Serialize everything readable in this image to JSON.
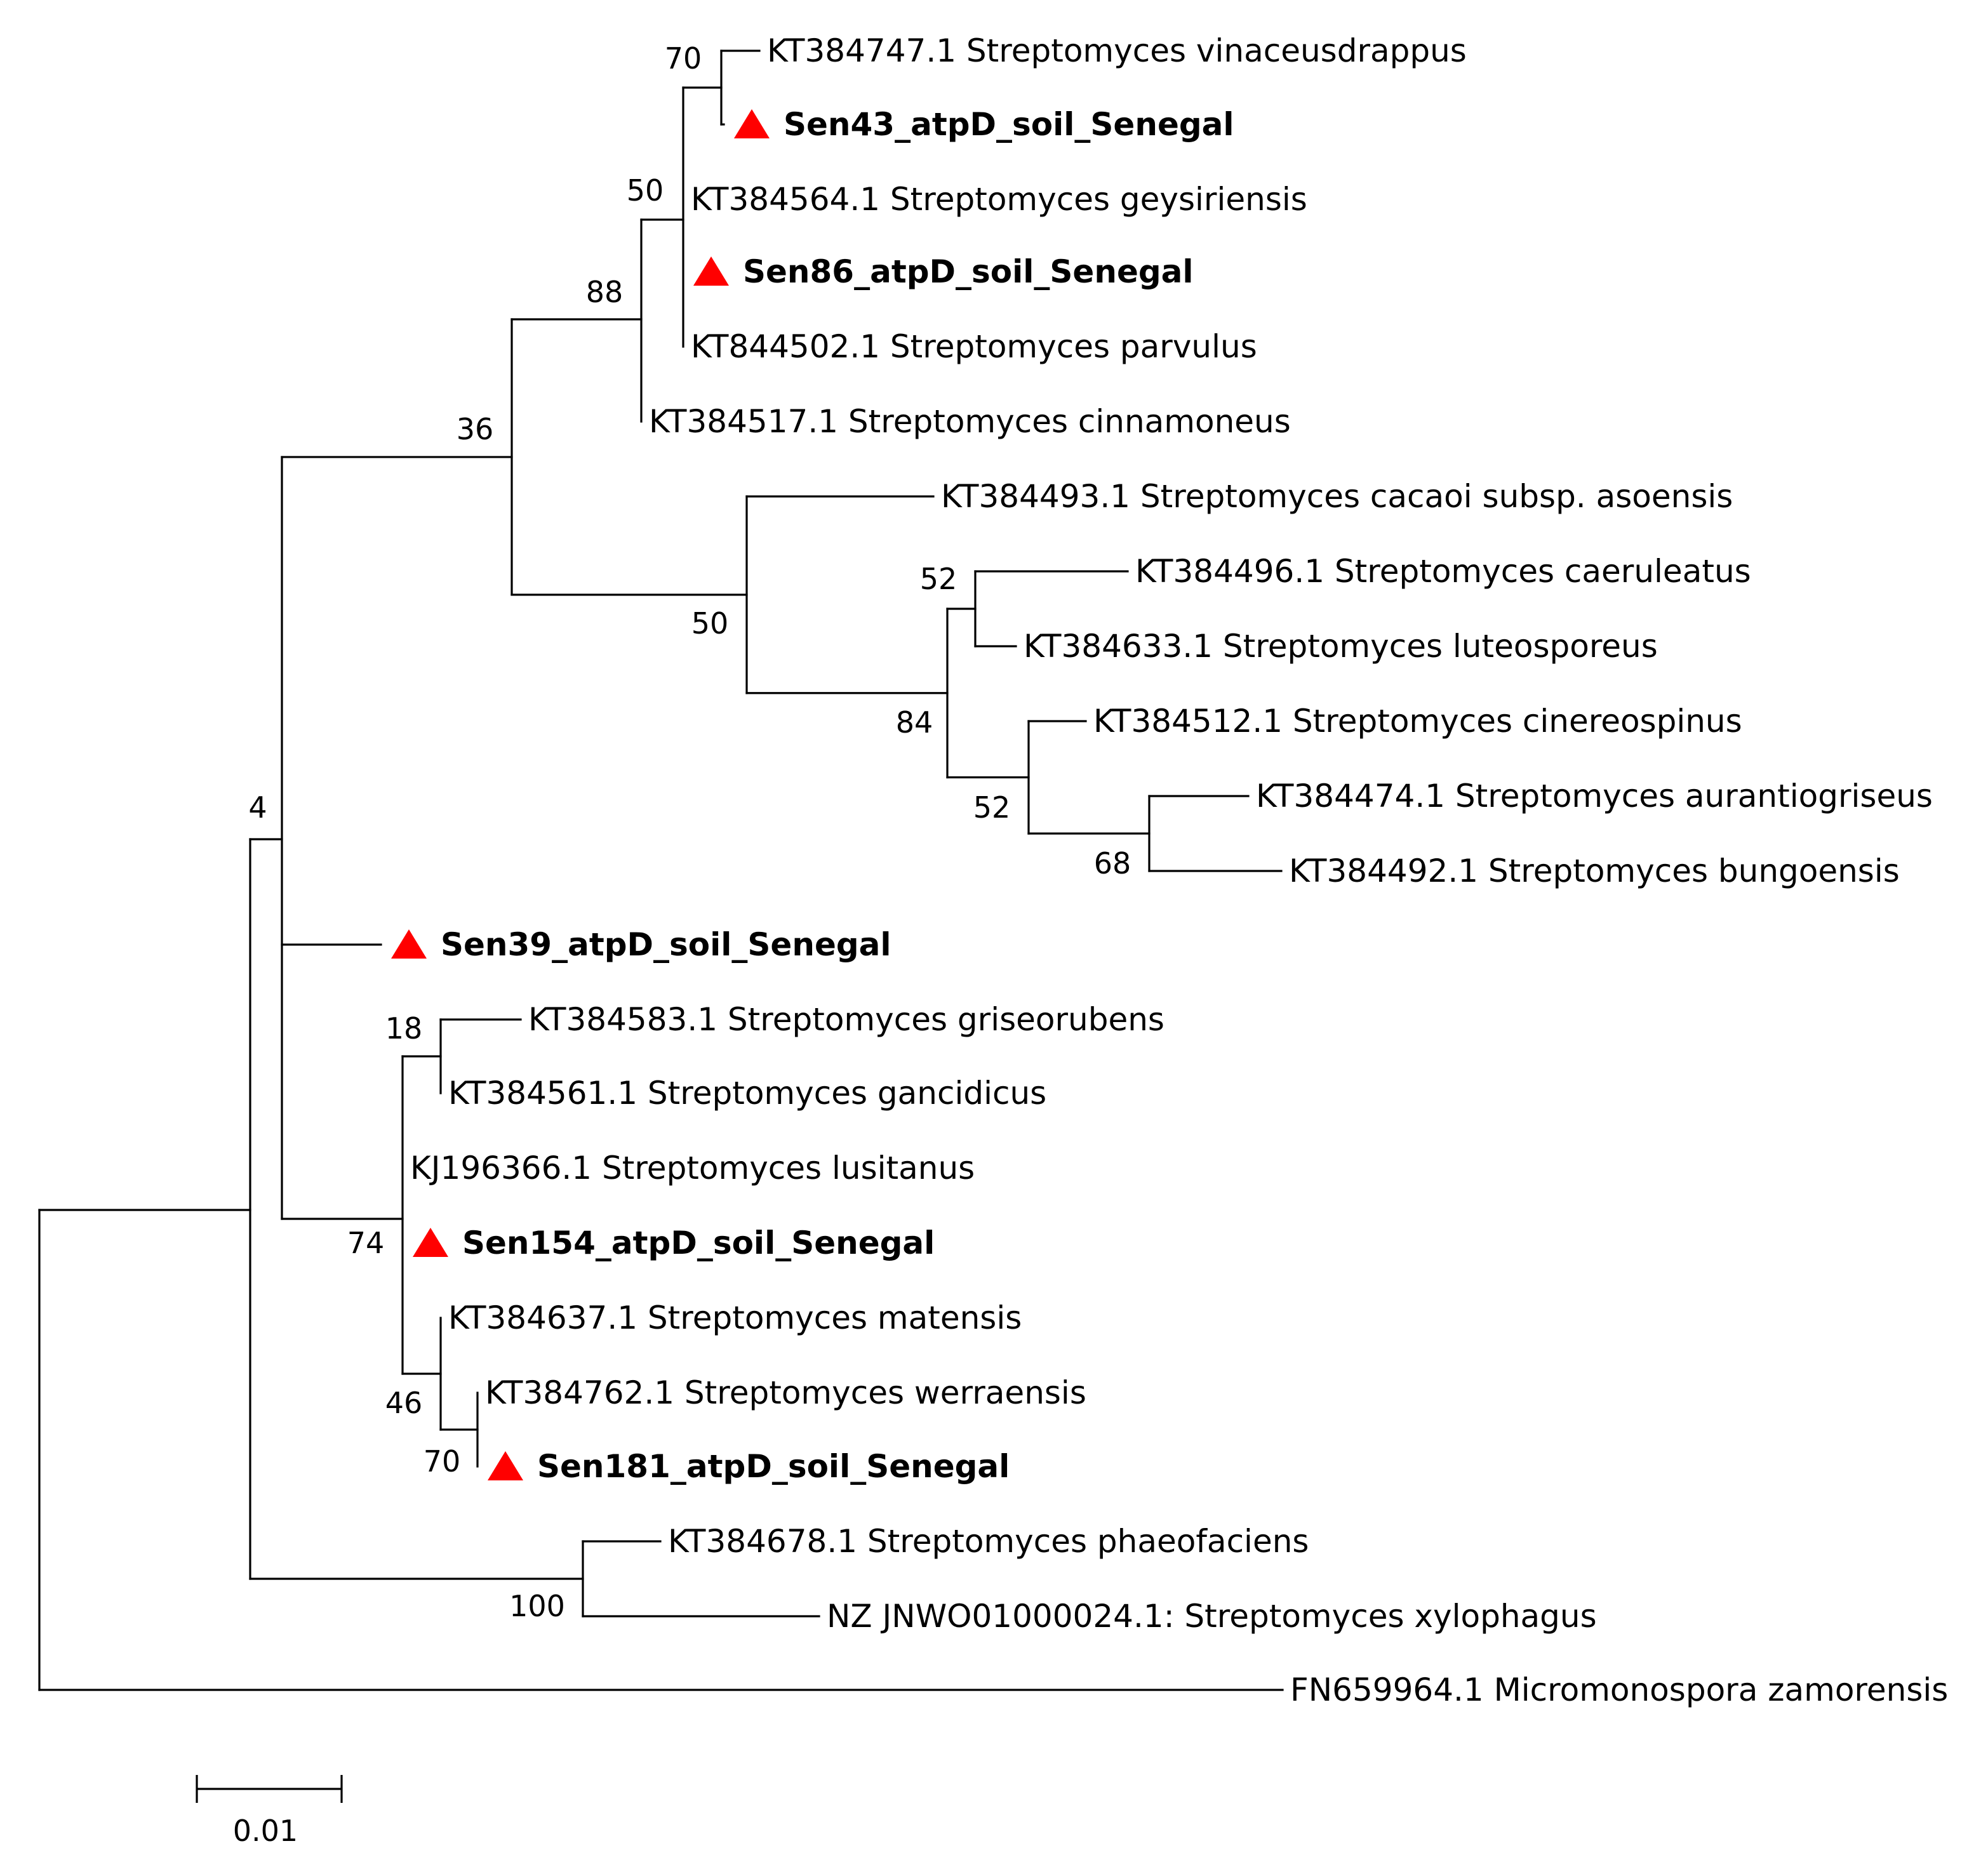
{
  "colors": {
    "line": "#000000",
    "isolate_marker": "#ff0000"
  },
  "marker_icon": "red-triangle-icon",
  "scale_bar": {
    "label": "0.01",
    "length": 0.01
  },
  "leaves": [
    {
      "id": "l1",
      "label": "KT384747.1 Streptomyces vinaceusdrappus"
    },
    {
      "id": "l2",
      "label": "Sen43_atpD_soil_Senegal",
      "isolate": true
    },
    {
      "id": "l3",
      "label": "KT384564.1 Streptomyces geysiriensis"
    },
    {
      "id": "l4",
      "label": "Sen86_atpD_soil_Senegal",
      "isolate": true
    },
    {
      "id": "l5",
      "label": "KT844502.1 Streptomyces parvulus"
    },
    {
      "id": "l6",
      "label": "KT384517.1 Streptomyces cinnamoneus"
    },
    {
      "id": "l7",
      "label": "KT384493.1 Streptomyces cacaoi subsp. asoensis"
    },
    {
      "id": "l8",
      "label": "KT384496.1 Streptomyces caeruleatus"
    },
    {
      "id": "l9",
      "label": "KT384633.1 Streptomyces luteosporeus"
    },
    {
      "id": "l10",
      "label": "KT384512.1 Streptomyces cinereospinus"
    },
    {
      "id": "l11",
      "label": "KT384474.1 Streptomyces aurantiogriseus"
    },
    {
      "id": "l12",
      "label": "KT384492.1 Streptomyces bungoensis"
    },
    {
      "id": "l13",
      "label": "Sen39_atpD_soil_Senegal",
      "isolate": true
    },
    {
      "id": "l14",
      "label": "KT384583.1 Streptomyces griseorubens"
    },
    {
      "id": "l15",
      "label": "KT384561.1 Streptomyces gancidicus"
    },
    {
      "id": "l16",
      "label": "KJ196366.1 Streptomyces lusitanus"
    },
    {
      "id": "l17",
      "label": "Sen154_atpD_soil_Senegal",
      "isolate": true
    },
    {
      "id": "l18",
      "label": "KT384637.1 Streptomyces matensis"
    },
    {
      "id": "l19",
      "label": "KT384762.1 Streptomyces werraensis"
    },
    {
      "id": "l20",
      "label": "Sen181_atpD_soil_Senegal",
      "isolate": true
    },
    {
      "id": "l21",
      "label": "KT384678.1 Streptomyces phaeofaciens"
    },
    {
      "id": "l22",
      "label": "NZ JNWO01000024.1: Streptomyces xylophagus"
    },
    {
      "id": "l23",
      "label": "FN659964.1 Micromonospora zamorensis"
    }
  ],
  "bootstrap": {
    "n1": "70",
    "n2": "50",
    "n3": "88",
    "n4": "36",
    "n5": "52",
    "n6": "68",
    "n7": "52",
    "n8": "84",
    "n9": "50",
    "n10": "4",
    "n11": "18",
    "n12": "70",
    "n13": "46",
    "n14": "74",
    "n15": "100"
  }
}
